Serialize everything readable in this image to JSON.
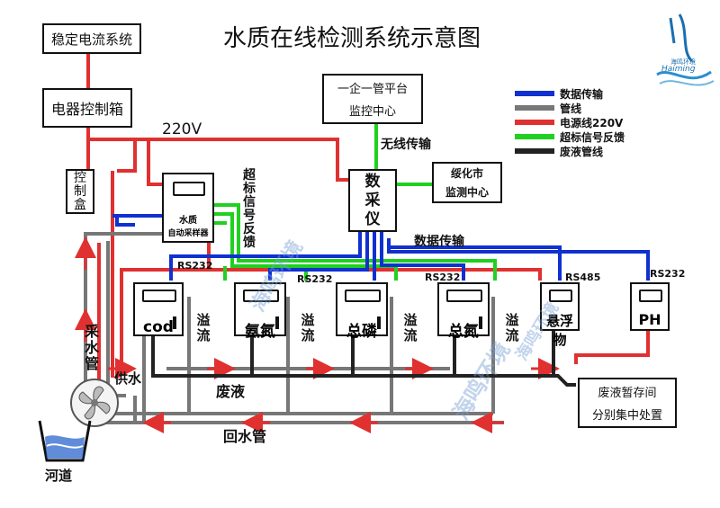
{
  "title": "水质在线检测系统示意图",
  "logo": {
    "text": "海鸣环境",
    "latin": "Haiming"
  },
  "boxes": {
    "stable_power": "稳定电流系统",
    "control_cabinet": "电器控制箱",
    "control_box": "控制盒",
    "platform_line1": "一企一管平台",
    "platform_line2": "监控中心",
    "daq": "数采仪",
    "city_center_line1": "绥化市",
    "city_center_line2": "监测中心",
    "sampler_line1": "水质",
    "sampler_line2": "自动采样器",
    "waste_storage_line1": "废液暂存间",
    "waste_storage_line2": "分别集中处置"
  },
  "analyzers": [
    "cod",
    "氨氮",
    "总磷",
    "总氮",
    "悬浮物",
    "PH"
  ],
  "labels": {
    "v220": "220V",
    "wireless": "无线传输",
    "data_transfer": "数据传输",
    "over_signal": "超标信号反馈",
    "rs232": "RS232",
    "rs485": "RS485",
    "overflow": "溢流",
    "supply_water": "供水",
    "waste_liquid": "废液",
    "return_pipe": "回水管",
    "sampling_pipe": "采水管",
    "river": "河道"
  },
  "legend": [
    {
      "label": "数据传输",
      "color": "#1030d0"
    },
    {
      "label": "管线",
      "color": "#777777"
    },
    {
      "label": "电源线220V",
      "color": "#e03030"
    },
    {
      "label": "超标信号反馈",
      "color": "#20d020"
    },
    {
      "label": "废液管线",
      "color": "#222222"
    }
  ],
  "watermark": "海鸣环境"
}
